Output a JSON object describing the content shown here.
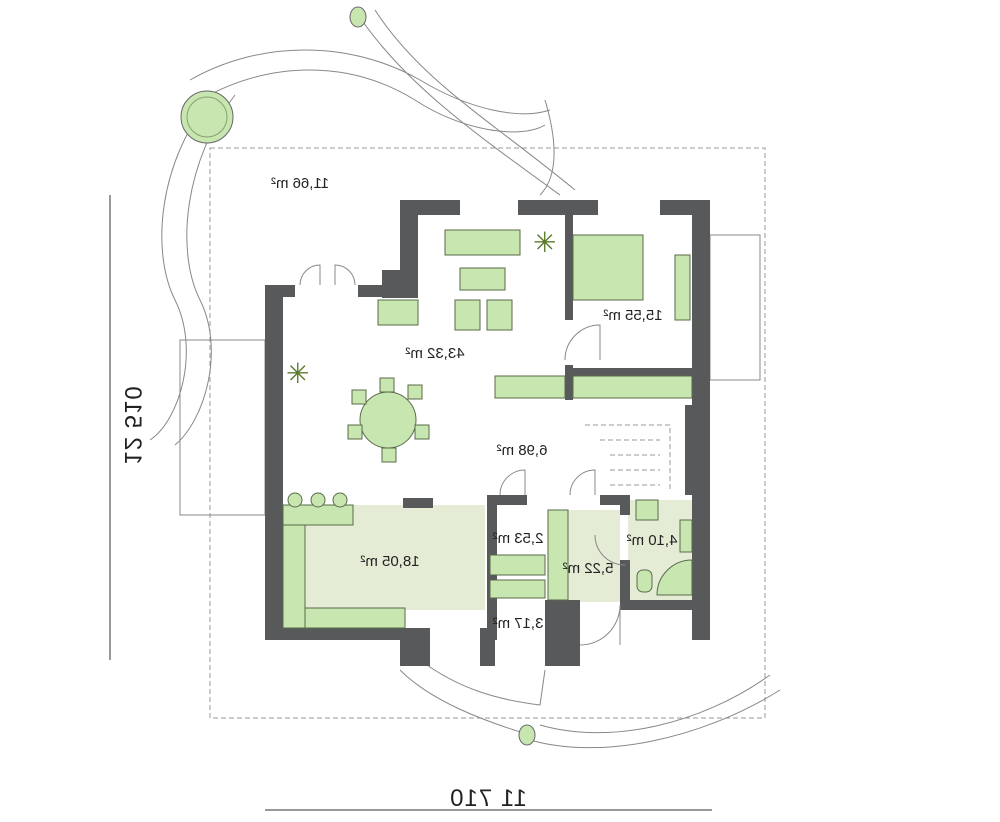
{
  "plan": {
    "colors": {
      "wall": "#58595b",
      "furniture": "#c8e6b0",
      "kitchen_floor": "#e4ecd6"
    },
    "mirrored": true,
    "rooms": [
      {
        "id": "terrace",
        "area": "11,66 m²"
      },
      {
        "id": "living",
        "area": "43,32 m²"
      },
      {
        "id": "bedroom",
        "area": "15,55 m²"
      },
      {
        "id": "hall",
        "area": "6,98 m²"
      },
      {
        "id": "kitchen",
        "area": "18,05 m²"
      },
      {
        "id": "pantry",
        "area": "2,53 m²"
      },
      {
        "id": "vestibule",
        "area": "5,22 m²"
      },
      {
        "id": "bathroom",
        "area": "4,10 m²"
      },
      {
        "id": "boiler",
        "area": "3,17 m²"
      }
    ],
    "dimensions": {
      "width": "11 710",
      "depth": "12 510"
    }
  }
}
